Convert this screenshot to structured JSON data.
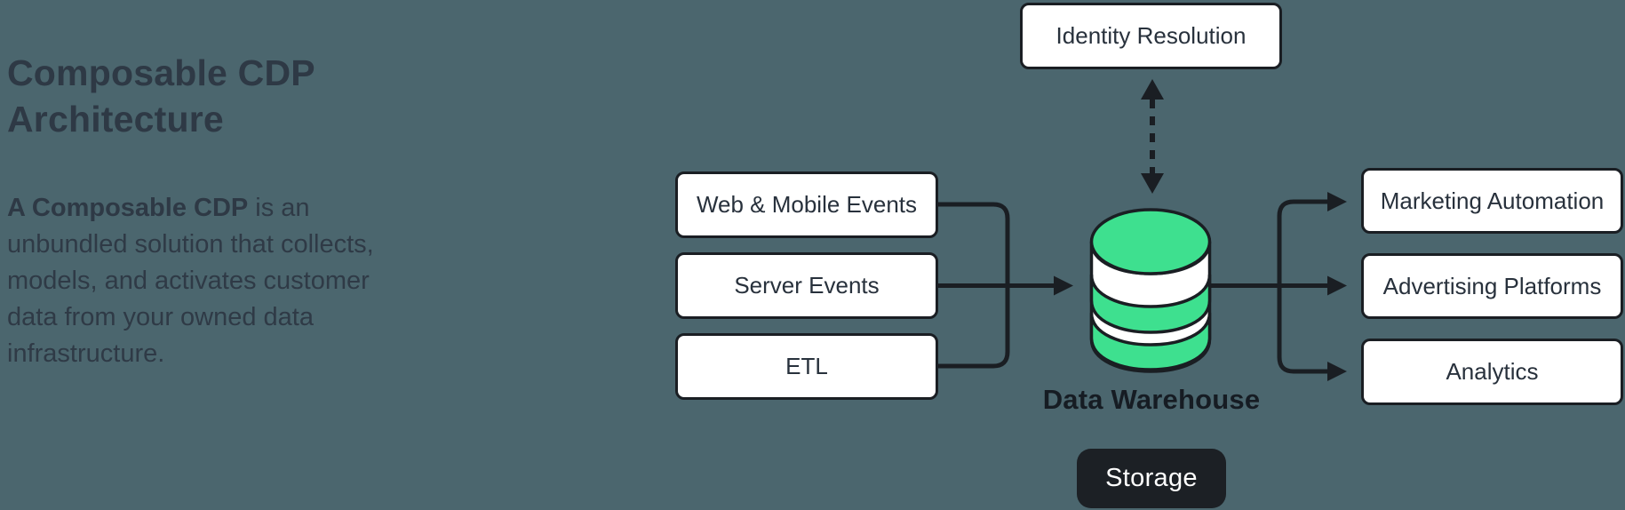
{
  "colors": {
    "background": "#4B666E",
    "node_fill": "#FFFFFF",
    "stroke_dark": "#1A1E23",
    "accent_green": "#3EE08F",
    "title_text": "#2E3945",
    "body_text": "#2F3A46",
    "badge_fill": "#1C2025",
    "badge_text": "#FFFFFF"
  },
  "panel": {
    "title_line1": "Composable CDP",
    "title_line2": "Architecture",
    "intro_bold": "A Composable CDP",
    "intro_rest": " is an unbundled solution that collects, models, and activates customer data from your owned data infrastructure."
  },
  "diagram": {
    "identity_label": "Identity Resolution",
    "sources": [
      "Web & Mobile Events",
      "Server Events",
      "ETL"
    ],
    "destinations": [
      "Marketing Automation",
      "Advertising Platforms",
      "Analytics"
    ],
    "warehouse_label": "Data Warehouse",
    "storage_label": "Storage",
    "icons": {
      "database": "database-cylinder-icon",
      "bidirectional_arrow": "dashed-double-arrow-icon"
    }
  }
}
